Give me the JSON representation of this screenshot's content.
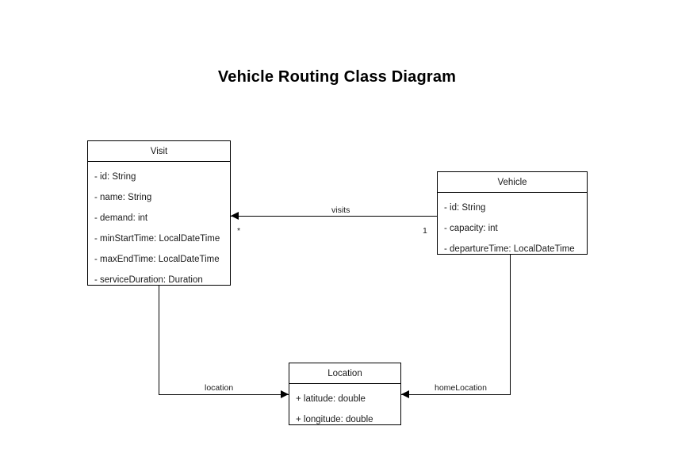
{
  "title": "Vehicle Routing Class Diagram",
  "classes": [
    {
      "id": "visit",
      "name": "Visit",
      "attributes": [
        "- id: String",
        "- name: String",
        "- demand: int",
        "- minStartTime: LocalDateTime",
        "- maxEndTime: LocalDateTime",
        "- serviceDuration: Duration"
      ]
    },
    {
      "id": "vehicle",
      "name": "Vehicle",
      "attributes": [
        "- id: String",
        "- capacity: int",
        "- departureTime: LocalDateTime"
      ]
    },
    {
      "id": "location",
      "name": "Location",
      "attributes": [
        "+ latitude: double",
        "+ longitude: double"
      ]
    }
  ],
  "relationships": [
    {
      "id": "visits",
      "label": "visits",
      "from": "Vehicle",
      "to": "Visit",
      "source_multiplicity": "1",
      "target_multiplicity": "*"
    },
    {
      "id": "location",
      "label": "location",
      "from": "Visit",
      "to": "Location",
      "source_multiplicity": "",
      "target_multiplicity": ""
    },
    {
      "id": "homeLocation",
      "label": "homeLocation",
      "from": "Vehicle",
      "to": "Location",
      "source_multiplicity": "",
      "target_multiplicity": ""
    }
  ],
  "colors": {
    "background": "#ffffff",
    "stroke": "#000000",
    "text": "#1a1a1a"
  }
}
